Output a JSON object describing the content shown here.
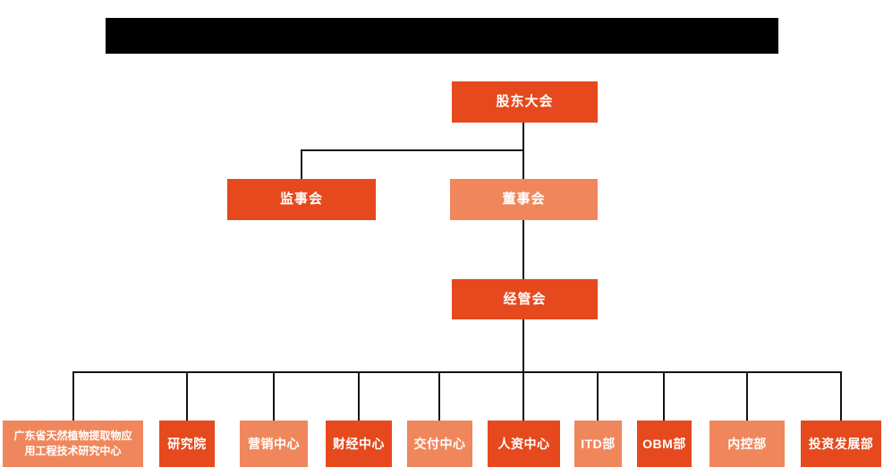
{
  "colors": {
    "background": "#FFFFFF",
    "redaction": "#000000",
    "box_dark": "#E5491D",
    "box_light": "#F0875C",
    "box_text": "#FFFFFF",
    "connector": "#141414"
  },
  "org_chart": {
    "nodes": {
      "shareholders_meeting": {
        "label": "股东大会",
        "tone": "dark"
      },
      "supervisory_board": {
        "label": "监事会",
        "tone": "dark"
      },
      "board_of_directors": {
        "label": "董事会",
        "tone": "light"
      },
      "management_committee": {
        "label": "经管会",
        "tone": "dark"
      }
    },
    "departments": [
      {
        "label": "广东省天然植物提取物应用工程技术研究中心",
        "tone": "light"
      },
      {
        "label": "研究院",
        "tone": "dark"
      },
      {
        "label": "营销中心",
        "tone": "light"
      },
      {
        "label": "财经中心",
        "tone": "dark"
      },
      {
        "label": "交付中心",
        "tone": "light"
      },
      {
        "label": "人资中心",
        "tone": "dark"
      },
      {
        "label": "ITD部",
        "tone": "light"
      },
      {
        "label": "OBM部",
        "tone": "dark"
      },
      {
        "label": "内控部",
        "tone": "light"
      },
      {
        "label": "投资发展部",
        "tone": "dark"
      }
    ]
  }
}
